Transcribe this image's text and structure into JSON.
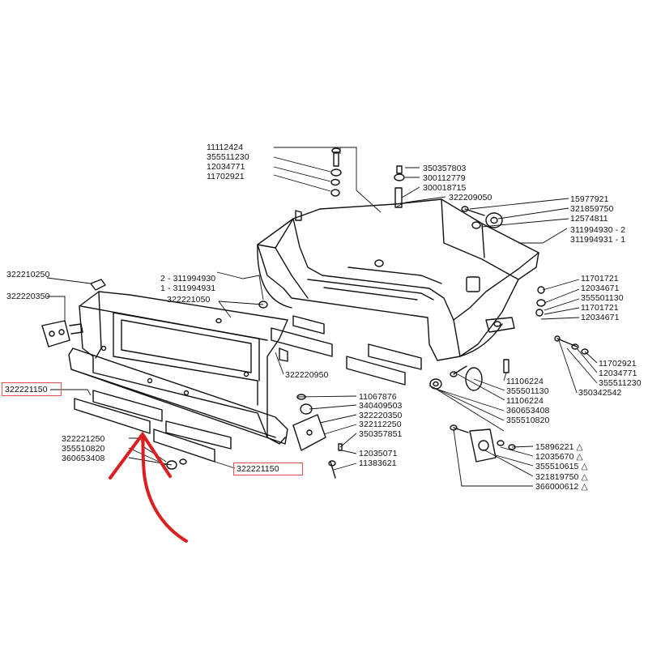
{
  "colors": {
    "ink": "#111111",
    "highlight": "#e05050",
    "arrow": "#dc1e1e",
    "background": "#ffffff"
  },
  "labels": {
    "l11112424": "11112424",
    "l355511230a": "355511230",
    "l12034771a": "12034771",
    "l11702921a": "11702921",
    "l350357803": "350357803",
    "l300112779": "300112779",
    "l300018715": "300018715",
    "l322209050": "322209050",
    "l15977921": "15977921",
    "l321859750": "321859750",
    "l12574811": "12574811",
    "l311994930b": "311994930 - 2",
    "l311994931b": "311994931 - 1",
    "l322210250": "322210250",
    "l311994930a": "2 - 311994930",
    "l311994931a": "1 - 311994931",
    "l322220350a": "322220350",
    "l322221050": "322221050",
    "l11701721a": "11701721",
    "l12034671a": "12034671",
    "l355501130a": "355501130",
    "l11701721b": "11701721",
    "l12034671b": "12034671",
    "l11702921b": "11702921",
    "l12034771b": "12034771",
    "l355511230b": "355511230",
    "l350342542": "350342542",
    "l322220950": "322220950",
    "l11106224a": "11106224",
    "l355501130b": "355501130",
    "l11106224b": "11106224",
    "l360653408b": "360653408",
    "l355510820b": "355510820",
    "l322221150a": "322221150",
    "l11067876": "11067876",
    "l340409503": "340409503",
    "l322220350b": "322220350",
    "l322112250": "322112250",
    "l350357851": "350357851",
    "l12035071": "12035071",
    "l11383621": "11383621",
    "l322221250": "322221250",
    "l355510820a": "355510820",
    "l360653408a": "360653408",
    "l322221150b": "322221150",
    "l15896221": "15896221 △",
    "l12035670": "12035670 △",
    "l355510615": "355510615 △",
    "l321819750": "321819750 △",
    "l366000612": "366000612 △"
  }
}
